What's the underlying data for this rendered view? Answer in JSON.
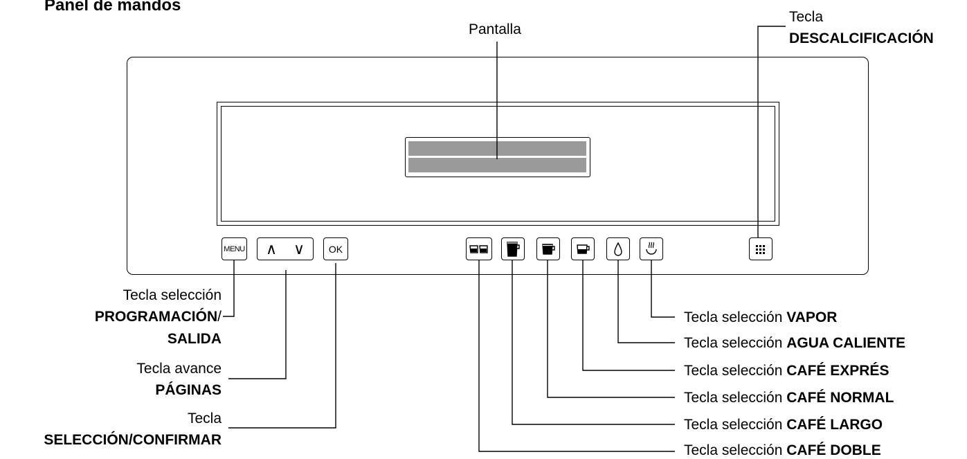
{
  "title": "Panel de mandos",
  "display_label": "Pantalla",
  "descale": {
    "line1": "Tecla",
    "line2": "DESCALCIFICACIÓN"
  },
  "keys": {
    "menu": "MENU",
    "ok": "OK",
    "up": "∧",
    "down": "∨"
  },
  "left_labels": {
    "programacion": {
      "line1": "Tecla selección",
      "bold": "PROGRAMACIÓN",
      "suffix": "/",
      "line3": "SALIDA"
    },
    "paginas": {
      "line1": "Tecla avance",
      "line2": "PÁGINAS"
    },
    "confirmar": {
      "line1": "Tecla",
      "line2": "SELECCIÓN/CONFIRMAR"
    }
  },
  "right_labels": [
    {
      "prefix": "Tecla selección ",
      "bold": "VAPOR"
    },
    {
      "prefix": "Tecla selección ",
      "bold": "AGUA CALIENTE"
    },
    {
      "prefix": "Tecla selección ",
      "bold": "CAFÉ EXPRÉS"
    },
    {
      "prefix": "Tecla selección ",
      "bold": "CAFÉ NORMAL"
    },
    {
      "prefix": "Tecla selección ",
      "bold": "CAFÉ LARGO"
    },
    {
      "prefix": "Tecla selección ",
      "bold": "CAFÉ DOBLE"
    }
  ],
  "icons": [
    "double-cup-icon",
    "large-cup-icon",
    "normal-cup-icon",
    "espresso-cup-icon",
    "water-drop-icon",
    "steam-icon",
    "descale-icon"
  ]
}
